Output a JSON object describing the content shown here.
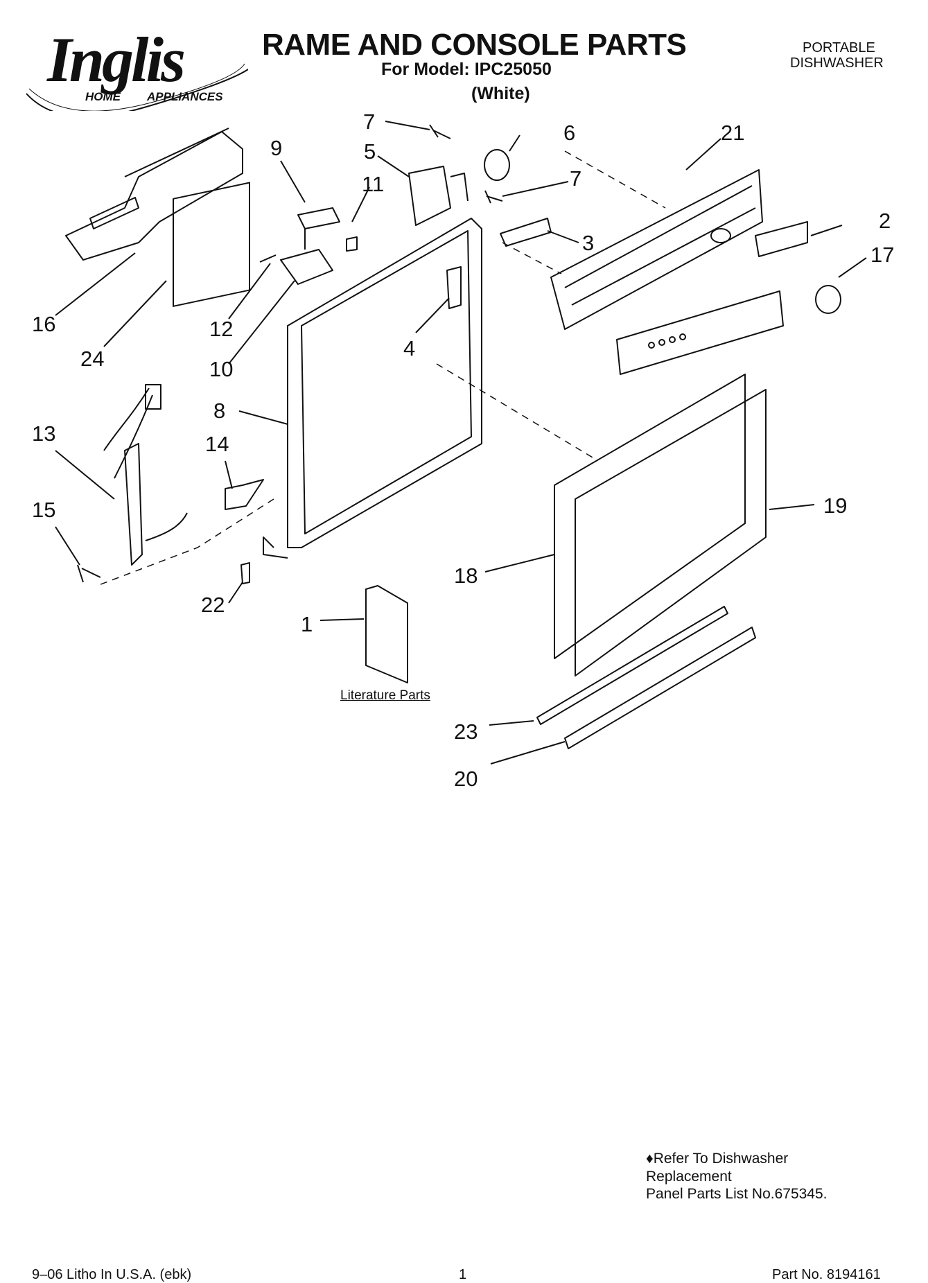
{
  "header": {
    "brand": {
      "name": "Inglis",
      "sub_left": "HOME",
      "sub_right": "APPLIANCES"
    },
    "title": "RAME AND CONSOLE PARTS",
    "model_line": "For Model: IPC25050",
    "color_line": "(White)",
    "product_type_line1": "PORTABLE",
    "product_type_line2": "DISHWASHER"
  },
  "diagram": {
    "callouts": [
      "7",
      "6",
      "21",
      "9",
      "5",
      "11",
      "7",
      "2",
      "17",
      "3",
      "16",
      "24",
      "12",
      "10",
      "4",
      "8",
      "13",
      "14",
      "15",
      "22",
      "1",
      "18",
      "19",
      "23",
      "20"
    ],
    "literature_label": "Literature Parts"
  },
  "note": {
    "line1": "♦Refer To Dishwasher",
    "line2": "Replacement",
    "line3": "Panel Parts List No.675345."
  },
  "footer": {
    "litho": "9–06 Litho In U.S.A. (ebk)",
    "page": "1",
    "part_no": "Part No. 8194161"
  }
}
